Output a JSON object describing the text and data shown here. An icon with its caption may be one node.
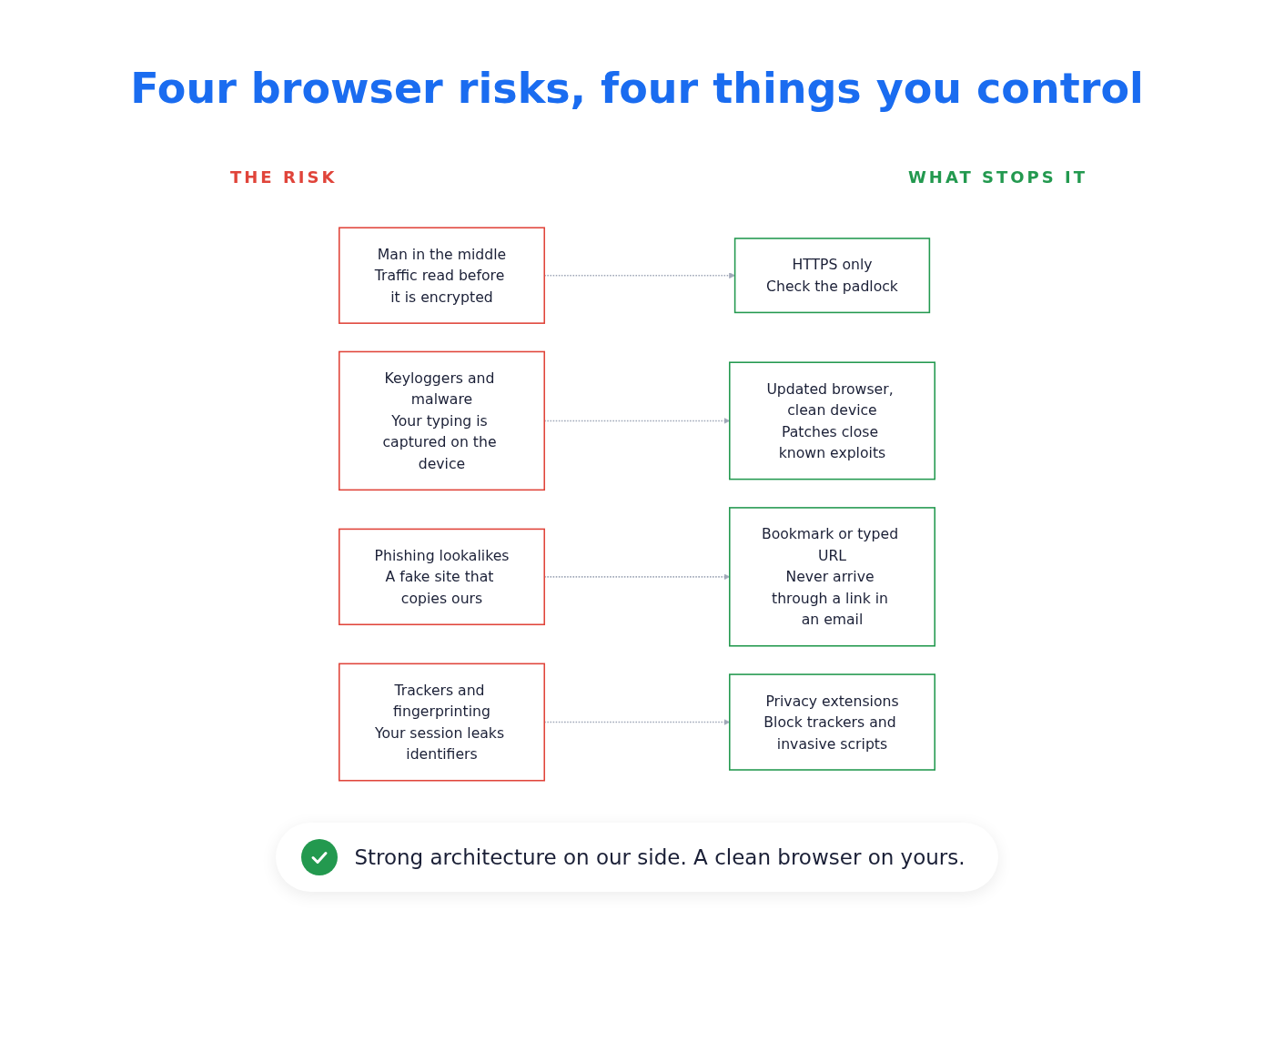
{
  "diagram": {
    "title": "Four browser risks, four things you control",
    "nodes": [
      {
        "text": [
          "Man in the middle",
          "Traffic read before it is encrypted"
        ]
      },
      {
        "text": [
          "HTTPS only",
          "Check the padlock"
        ]
      },
      {
        "text": [
          "Keyloggers and malware",
          "Your typing is captured on the device"
        ]
      },
      {
        "text": [
          "Updated browser, clean device",
          "Patches close known exploits"
        ]
      },
      {
        "text": [
          "Phishing lookalikes",
          "A fake site that copies ours"
        ]
      },
      {
        "text": [
          "Bookmark or typed URL",
          "Never arrive through a link in an email"
        ]
      },
      {
        "text": [
          "Trackers and fingerprinting",
          "Your session leaks identifiers"
        ]
      },
      {
        "text": [
          "Privacy extensions",
          "Block trackers and invasive scripts"
        ]
      }
    ],
    "edges": [
      {
        "from": 0,
        "to": 1,
        "arrow": "to",
        "style": "dashed"
      },
      {
        "from": 2,
        "to": 3,
        "arrow": "to",
        "style": "dashed"
      },
      {
        "from": 4,
        "to": 5,
        "arrow": "to",
        "style": "dashed"
      },
      {
        "from": 6,
        "to": 7,
        "arrow": "to",
        "style": "dashed"
      }
    ],
    "labels": [
      "THE RISK",
      "WHAT STOPS IT",
      "Strong architecture on our side. A clean browser on yours."
    ]
  }
}
